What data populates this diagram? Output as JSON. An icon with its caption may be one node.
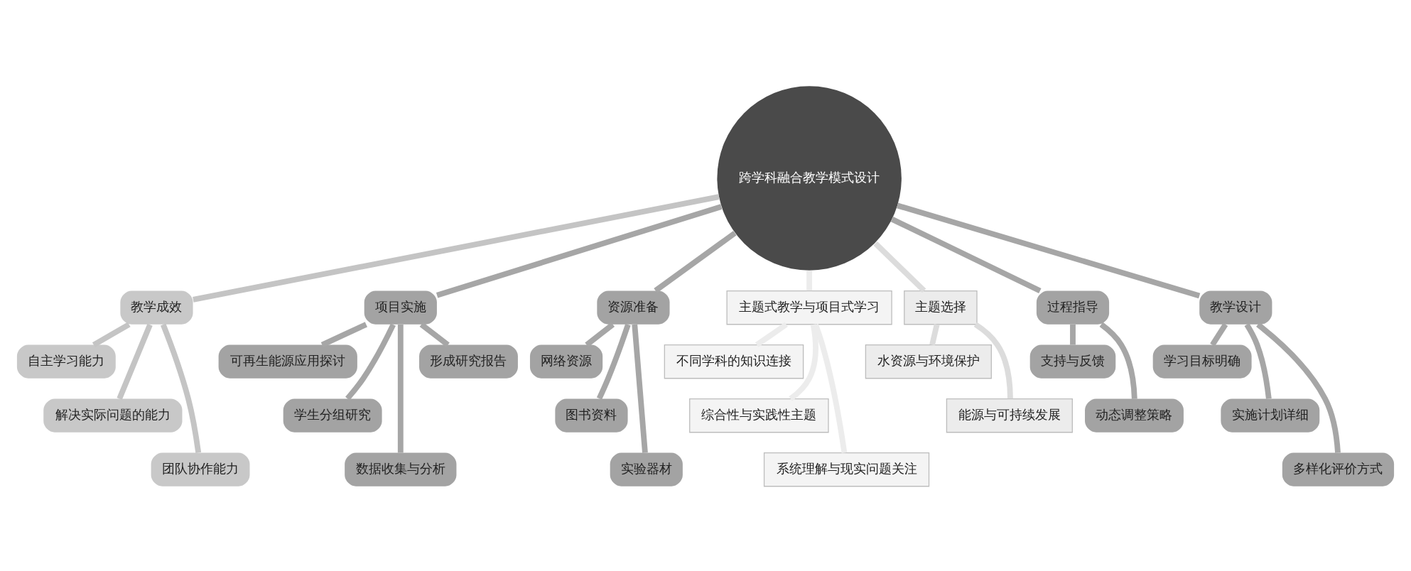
{
  "diagram": {
    "nodes": [
      {
        "text": [
          "跨学科融合教学模式设计"
        ]
      },
      {
        "text": [
          "教学成效"
        ]
      },
      {
        "text": [
          "自主学习能力"
        ]
      },
      {
        "text": [
          "解决实际问题的能力"
        ]
      },
      {
        "text": [
          "团队协作能力"
        ]
      },
      {
        "text": [
          "项目实施"
        ]
      },
      {
        "text": [
          "可再生能源应用探讨"
        ]
      },
      {
        "text": [
          "学生分组研究"
        ]
      },
      {
        "text": [
          "数据收集与分析"
        ]
      },
      {
        "text": [
          "形成研究报告"
        ]
      },
      {
        "text": [
          "资源准备"
        ]
      },
      {
        "text": [
          "网络资源"
        ]
      },
      {
        "text": [
          "图书资料"
        ]
      },
      {
        "text": [
          "实验器材"
        ]
      },
      {
        "text": [
          "主题式教学与项目式学习"
        ]
      },
      {
        "text": [
          "不同学科的知识连接"
        ]
      },
      {
        "text": [
          "综合性与实践性主题"
        ]
      },
      {
        "text": [
          "系统理解与现实问题关注"
        ]
      },
      {
        "text": [
          "主题选择"
        ]
      },
      {
        "text": [
          "水资源与环境保护"
        ]
      },
      {
        "text": [
          "能源与可持续发展"
        ]
      },
      {
        "text": [
          "过程指导"
        ]
      },
      {
        "text": [
          "支持与反馈"
        ]
      },
      {
        "text": [
          "动态调整策略"
        ]
      },
      {
        "text": [
          "教学设计"
        ]
      },
      {
        "text": [
          "学习目标明确"
        ]
      },
      {
        "text": [
          "实施计划详细"
        ]
      },
      {
        "text": [
          "多样化评价方式"
        ]
      }
    ],
    "edges": [
      {
        "from": 0,
        "to": 1,
        "arrow": "none",
        "color": "#c4c4c4"
      },
      {
        "from": 1,
        "to": 2,
        "arrow": "none",
        "color": "#c4c4c4"
      },
      {
        "from": 1,
        "to": 3,
        "arrow": "none",
        "color": "#c4c4c4"
      },
      {
        "from": 1,
        "to": 4,
        "arrow": "none",
        "color": "#c4c4c4"
      },
      {
        "from": 0,
        "to": 5,
        "arrow": "none"
      },
      {
        "from": 5,
        "to": 6,
        "arrow": "none"
      },
      {
        "from": 5,
        "to": 7,
        "arrow": "none"
      },
      {
        "from": 5,
        "to": 8,
        "arrow": "none"
      },
      {
        "from": 5,
        "to": 9,
        "arrow": "none"
      },
      {
        "from": 0,
        "to": 10,
        "arrow": "none"
      },
      {
        "from": 10,
        "to": 11,
        "arrow": "none"
      },
      {
        "from": 10,
        "to": 12,
        "arrow": "none"
      },
      {
        "from": 10,
        "to": 13,
        "arrow": "none"
      },
      {
        "from": 0,
        "to": 14,
        "arrow": "none",
        "color": "#ececec"
      },
      {
        "from": 14,
        "to": 15,
        "arrow": "none",
        "color": "#ececec"
      },
      {
        "from": 14,
        "to": 16,
        "arrow": "none",
        "color": "#ececec"
      },
      {
        "from": 14,
        "to": 17,
        "arrow": "none",
        "color": "#ececec"
      },
      {
        "from": 0,
        "to": 18,
        "arrow": "none",
        "color": "#dcdcdc"
      },
      {
        "from": 18,
        "to": 19,
        "arrow": "none",
        "color": "#dcdcdc"
      },
      {
        "from": 18,
        "to": 20,
        "arrow": "none",
        "color": "#dcdcdc"
      },
      {
        "from": 0,
        "to": 21,
        "arrow": "none"
      },
      {
        "from": 21,
        "to": 22,
        "arrow": "none"
      },
      {
        "from": 21,
        "to": 23,
        "arrow": "none"
      },
      {
        "from": 0,
        "to": 24,
        "arrow": "none"
      },
      {
        "from": 24,
        "to": 25,
        "arrow": "none"
      },
      {
        "from": 24,
        "to": 26,
        "arrow": "none"
      },
      {
        "from": 24,
        "to": 27,
        "arrow": "none"
      }
    ]
  }
}
